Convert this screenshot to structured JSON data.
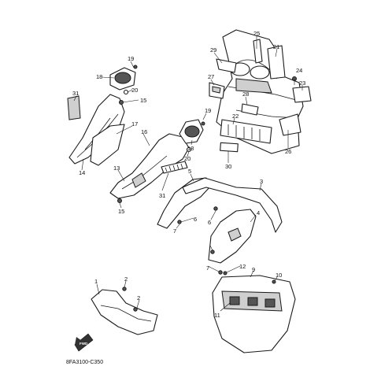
{
  "diagram": {
    "code": "8FA3100-C350",
    "forward_mark": "FWD",
    "callouts": {
      "c1": "1",
      "c2a": "2",
      "c2b": "2",
      "c3": "3",
      "c4": "4",
      "c5": "5",
      "c6a": "6",
      "c6b": "6",
      "c7a": "7",
      "c7b": "7",
      "c9": "9",
      "c10": "10",
      "c11": "11",
      "c12": "12",
      "c13": "13",
      "c14": "14",
      "c15a": "15",
      "c15b": "15",
      "c16": "16",
      "c17": "17",
      "c18a": "18",
      "c18b": "18",
      "c19a": "19",
      "c19b": "19",
      "c20a": "20",
      "c20b": "20",
      "c21": "21",
      "c22": "22",
      "c23": "23",
      "c24": "24",
      "c25": "25",
      "c26": "26",
      "c27": "27",
      "c28": "28",
      "c29": "29",
      "c30": "30",
      "c31a": "31",
      "c31b": "31"
    }
  }
}
